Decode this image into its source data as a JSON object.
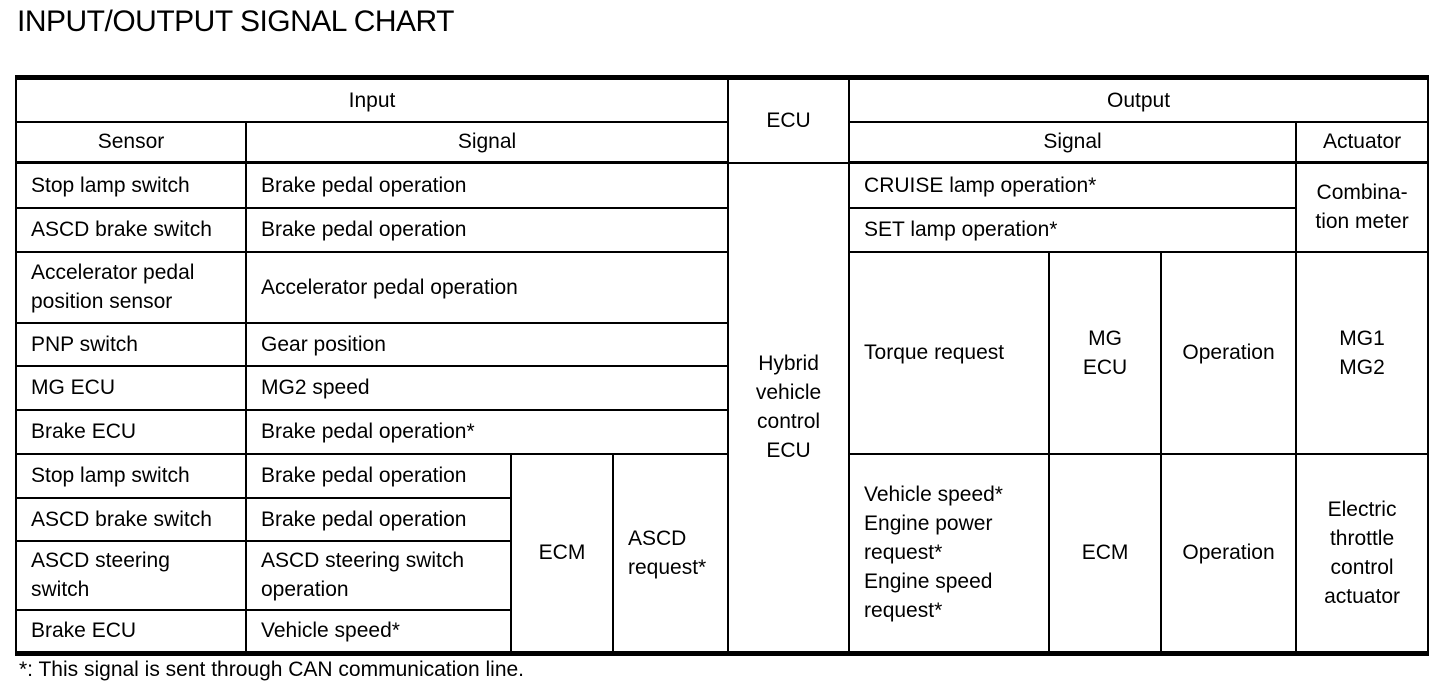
{
  "title": "INPUT/OUTPUT SIGNAL CHART",
  "footnote": "*: This signal is sent through CAN communication line.",
  "table": {
    "headers": {
      "input": "Input",
      "ecu": "ECU",
      "output": "Output",
      "sensor": "Sensor",
      "input_signal": "Signal",
      "output_signal": "Signal",
      "actuator": "Actuator"
    },
    "ecu_column": "Hybrid\nvehicle\ncontrol\nECU",
    "input_rows": [
      {
        "sensor": "Stop lamp switch",
        "signal": "Brake pedal operation"
      },
      {
        "sensor": "ASCD brake switch",
        "signal": "Brake pedal operation"
      },
      {
        "sensor": "Accelerator pedal\nposition sensor",
        "signal": "Accelerator pedal operation"
      },
      {
        "sensor": "PNP switch",
        "signal": "Gear position"
      },
      {
        "sensor": "MG ECU",
        "signal": "MG2 speed"
      },
      {
        "sensor": "Brake ECU",
        "signal": "Brake pedal operation*"
      },
      {
        "sensor": "Stop lamp switch",
        "signal": "Brake pedal operation"
      },
      {
        "sensor": "ASCD brake switch",
        "signal": "Brake pedal operation"
      },
      {
        "sensor": "ASCD steering\nswitch",
        "signal": "ASCD steering switch\noperation"
      },
      {
        "sensor": "Brake ECU",
        "signal": "Vehicle speed*"
      }
    ],
    "ecm_group": {
      "target_ecu": "ECM",
      "signal": "ASCD\nrequest*"
    },
    "output": {
      "lamp_signals": [
        "CRUISE lamp operation*",
        "SET lamp operation*"
      ],
      "lamp_actuator": "Combina-\ntion meter",
      "groups": [
        {
          "signal": "Torque request",
          "target_ecu": "MG\nECU",
          "operation": "Operation",
          "actuator": "MG1\nMG2"
        },
        {
          "signal": "Vehicle speed*\nEngine power\nrequest*\nEngine speed\nrequest*",
          "target_ecu": "ECM",
          "operation": "Operation",
          "actuator": "Electric\nthrottle\ncontrol\nactuator"
        }
      ]
    }
  }
}
